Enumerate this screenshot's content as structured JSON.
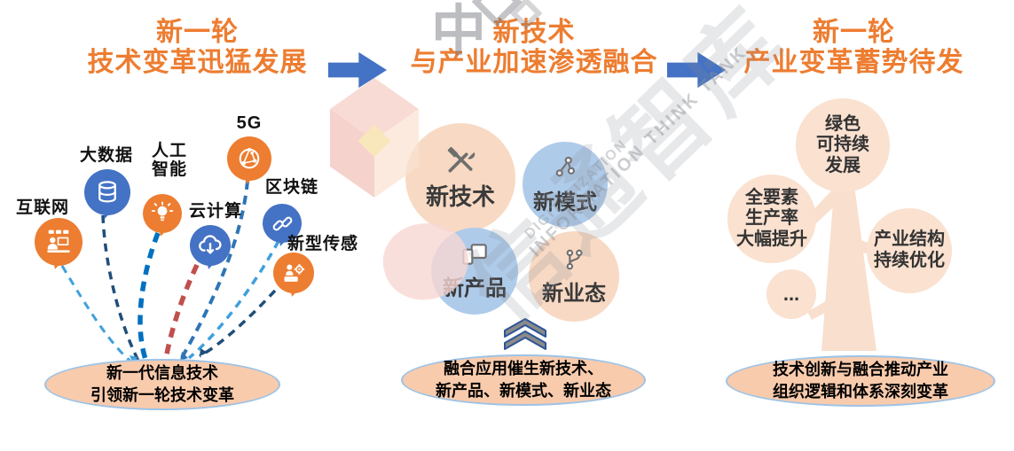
{
  "headers": [
    {
      "line1": "新一轮",
      "line2": "技术变革迅猛发展"
    },
    {
      "line1": "新技术",
      "line2": "与产业加速渗透融合"
    },
    {
      "line1": "新一轮",
      "line2": "产业变革蓄势待发"
    }
  ],
  "left": {
    "bubbles": [
      {
        "label": "互联网",
        "icon": "internet-icon",
        "color": "orange"
      },
      {
        "label": "大数据",
        "icon": "database-icon",
        "color": "blue"
      },
      {
        "line1": "人工",
        "line2": "智能",
        "icon": "ai-bulb-icon",
        "color": "orange"
      },
      {
        "label": "云计算",
        "icon": "cloud-icon",
        "color": "blue"
      },
      {
        "label": "5G",
        "icon": "globe-icon",
        "color": "orange"
      },
      {
        "label": "区块链",
        "icon": "chain-link-icon",
        "color": "blue"
      },
      {
        "label": "新型传感",
        "icon": "sensor-icon",
        "color": "orange"
      }
    ],
    "conclusion": {
      "line1": "新一代信息技术",
      "line2": "引领新一轮技术变革"
    }
  },
  "middle": {
    "circles": [
      {
        "label": "新技术",
        "icon": "tools-icon",
        "color": "peach"
      },
      {
        "label": "新模式",
        "icon": "share-icon",
        "color": "lblue"
      },
      {
        "label": "新产品",
        "icon": "devices-icon",
        "color": "lblue"
      },
      {
        "label": "新业态",
        "icon": "branch-icon",
        "color": "peach"
      }
    ],
    "conclusion": {
      "line1": "融合应用催生新技术、",
      "line2": "新产品、新模式、新业态"
    }
  },
  "right": {
    "leaves": [
      {
        "lines": [
          "绿色",
          "可持续",
          "发展"
        ]
      },
      {
        "lines": [
          "全要素",
          "生产率",
          "大幅提升"
        ]
      },
      {
        "lines": [
          "产业结构",
          "持续优化"
        ]
      },
      {
        "lines": [
          "..."
        ]
      }
    ],
    "conclusion": {
      "line1": "技术创新与融合推动产业",
      "line2": "组织逻辑和体系深刻变革"
    }
  },
  "watermark": {
    "logo_char": "中",
    "cn": "信通智库",
    "en1": "INFORMATION THINK TANK",
    "en2": "DIGITALIZATION"
  },
  "colors": {
    "accent_orange": "#ED7D31",
    "accent_blue": "#4472C4",
    "peach_circle": "#F8D9C3",
    "light_blue_circle": "#AFCBEA",
    "leaf_fill": "#FAE1D0",
    "ellipse_fill": "#F8CBAD",
    "ellipse_border": "#9DC3E6",
    "line_light_blue": "#3FA0DC",
    "line_navy": "#1F4E79",
    "line_bright_blue": "#0070C0",
    "line_red": "#C0504D",
    "line_medium_blue": "#2E75B6",
    "icon_gray": "#6E6E6E",
    "chevron_fill": "#8A8A8A",
    "chevron_border": "#2F5597"
  }
}
